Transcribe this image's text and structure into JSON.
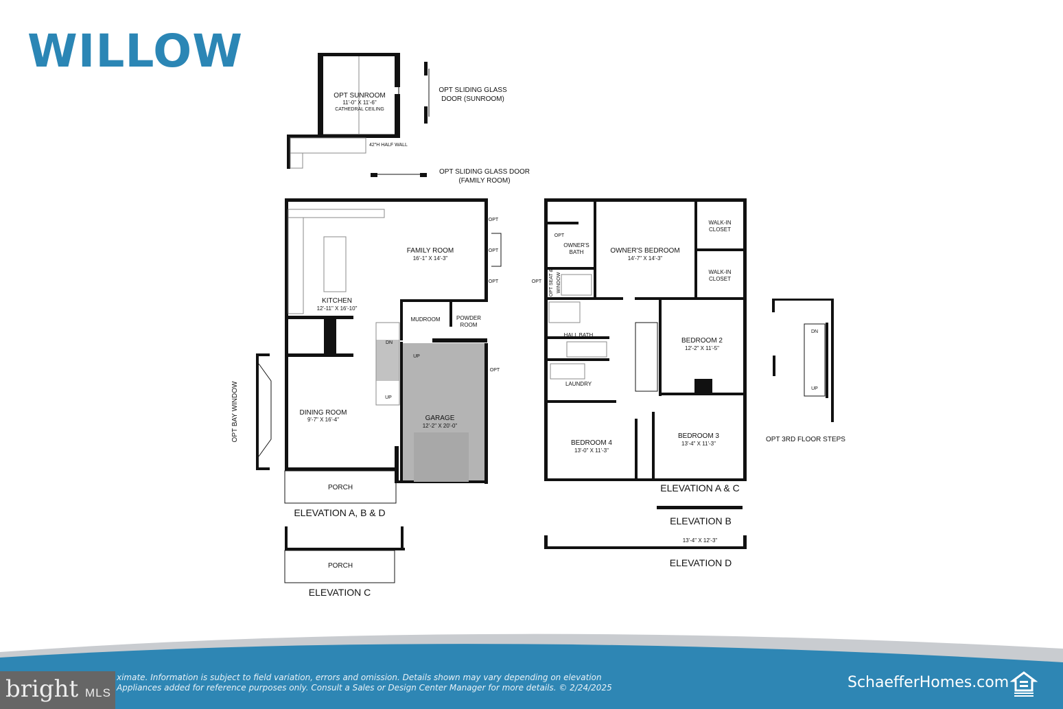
{
  "title": "WILLOW",
  "colors": {
    "brand_blue": "#2b86b5",
    "footer_blue": "#2e86b4",
    "garage_gray": "#b4b4b4",
    "logo_gray": "#666666"
  },
  "sunroom": {
    "name": "OPT SUNROOM",
    "dim": "11'-0\" X 11'-6\"",
    "note": "CATHEDRAL CEILING",
    "half_wall": "42\"H HALF WALL",
    "sliding_sunroom": [
      "OPT SLIDING GLASS",
      "DOOR (SUNROOM)"
    ],
    "sliding_family": [
      "OPT SLIDING GLASS DOOR",
      "(FAMILY ROOM)"
    ]
  },
  "first_floor": {
    "kitchen": {
      "name": "KITCHEN",
      "dim": "12'-11\" X 16'-10\""
    },
    "family_room": {
      "name": "FAMILY ROOM",
      "dim": "16'-1\" X 14'-3\""
    },
    "mudroom": "MUDROOM",
    "powder_room": [
      "POWDER",
      "ROOM"
    ],
    "dining_room": {
      "name": "DINING ROOM",
      "dim": "9'-7\" X 16'-4\""
    },
    "garage": {
      "name": "GARAGE",
      "dim": "12'-2\" X 20'-0\""
    },
    "porch": "PORCH",
    "bay_window": "OPT BAY WINDOW",
    "opt": "OPT",
    "dn": "DN",
    "up": "UP",
    "elevation": "ELEVATION A, B & D",
    "elevation_c": {
      "porch": "PORCH",
      "label": "ELEVATION C"
    }
  },
  "second_floor": {
    "owners_bedroom": {
      "name": "OWNER'S BEDROOM",
      "dim": "14'-7\" X 14'-3\""
    },
    "owners_bath": [
      "OWNER'S",
      "BATH"
    ],
    "walk_in_closet": [
      "WALK-IN",
      "CLOSET"
    ],
    "seat_window": [
      "OPT SEAT &",
      "WINDOW"
    ],
    "hall_bath": "HALL BATH",
    "laundry": "LAUNDRY",
    "bedroom2": {
      "name": "BEDROOM 2",
      "dim": "12'-2\" X 11'-5\""
    },
    "bedroom3": {
      "name": "BEDROOM 3",
      "dim": "13'-4\" X 11'-3\""
    },
    "bedroom4": {
      "name": "BEDROOM 4",
      "dim": "13'-0\" X 11'-3\""
    },
    "opt": "OPT",
    "elevation_ac": "ELEVATION A & C",
    "elevation_b": "ELEVATION B",
    "elevation_d": "ELEVATION D",
    "elevation_d_dim": "13'-4\" X 12'-3\""
  },
  "third_floor": {
    "label": "OPT 3RD FLOOR STEPS",
    "dn": "DN",
    "up": "UP"
  },
  "footer": {
    "disclaimer_line1": "ximate. Information is subject to field variation, errors and omission. Details shown may vary depending on elevation",
    "disclaimer_line2": "Appliances added for reference purposes only. Consult a Sales or Design Center Manager for more details. © 2/24/2025",
    "website": "SchaefferHomes.com",
    "mls_logo": "bright MLS",
    "eho_icon": "equal-housing-opportunity-icon"
  }
}
